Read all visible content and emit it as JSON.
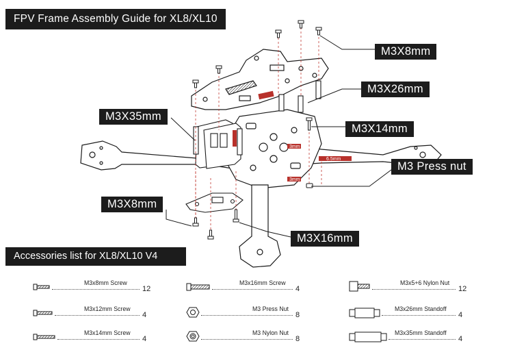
{
  "header": {
    "title": "FPV Frame Assembly Guide for XL8/XL10 V4"
  },
  "callouts": [
    {
      "id": "m3x8-top",
      "text": "M3X8mm"
    },
    {
      "id": "m3x26",
      "text": "M3X26mm"
    },
    {
      "id": "m3x35",
      "text": "M3X35mm"
    },
    {
      "id": "m3x14",
      "text": "M3X14mm"
    },
    {
      "id": "press-nut",
      "text": "M3 Press nut"
    },
    {
      "id": "m3x8-bottom",
      "text": "M3X8mm"
    },
    {
      "id": "m3x16",
      "text": "M3X16mm"
    }
  ],
  "dimension_marks": [
    "3mm",
    "6.5mm",
    "3mm"
  ],
  "accessories": {
    "title": "Accessories list for XL8/XL10 V4",
    "items": [
      {
        "label": "M3x8mm Screw",
        "qty": "12",
        "icon": "short-screw-icon"
      },
      {
        "label": "M3x12mm Screw",
        "qty": "4",
        "icon": "medium-screw-icon"
      },
      {
        "label": "M3x14mm Screw",
        "qty": "4",
        "icon": "long-screw-icon"
      },
      {
        "label": "M3x16mm Screw",
        "qty": "4",
        "icon": "screw-16-icon"
      },
      {
        "label": "M3 Press Nut",
        "qty": "8",
        "icon": "press-nut-icon"
      },
      {
        "label": "M3 Nylon Nut",
        "qty": "8",
        "icon": "nylon-nut-icon"
      },
      {
        "label": "M3x5+6 Nylon Nut",
        "qty": "12",
        "icon": "nylon-standoff-nut-icon"
      },
      {
        "label": "M3x26mm Standoff",
        "qty": "4",
        "icon": "standoff-26-icon"
      },
      {
        "label": "M3x35mm Standoff",
        "qty": "4",
        "icon": "standoff-35-icon"
      }
    ]
  },
  "colors": {
    "label_bg": "#1c1c1c",
    "label_fg": "#ffffff",
    "accent_red": "#b8312b",
    "line": "#1a1a1a"
  }
}
